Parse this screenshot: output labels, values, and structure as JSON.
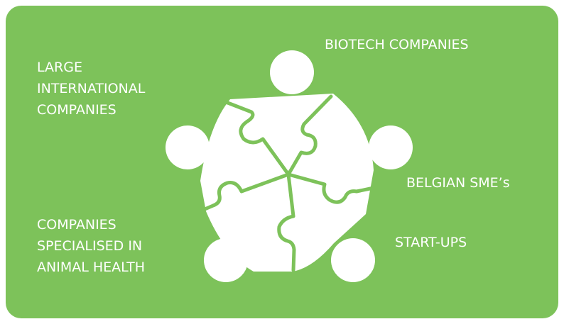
{
  "labels": {
    "biotech": "BIOTECH COMPANIES",
    "large": [
      "LARGE",
      "INTERNATIONAL",
      "COMPANIES"
    ],
    "belgian": "BELGIAN SME’s",
    "startups": "START-UPS",
    "animal": [
      "COMPANIES",
      "SPECIALISED IN",
      "ANIMAL HEALTH"
    ]
  },
  "colors": {
    "background": "#7dc25a",
    "foreground": "#ffffff"
  },
  "icons": {
    "center": "puzzle-people-circle-icon"
  }
}
